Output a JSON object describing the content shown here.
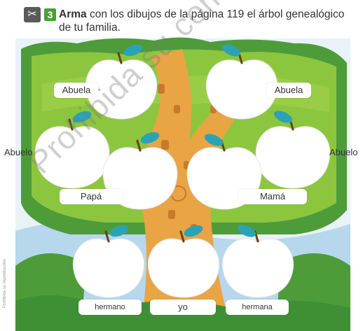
{
  "instruction": {
    "number": "3",
    "bold": "Arma",
    "text": " con los dibujos de la página 119 el árbol genealógico de tu familia."
  },
  "labels": {
    "abuela_left": "Abuela",
    "abuela_right": "Abuela",
    "abuelo_left": "Abuelo",
    "abuelo_right": "Abuelo",
    "papa": "Papá",
    "mama": "Mamá",
    "hermano": "hermano",
    "yo": "yo",
    "hermana": "hermana"
  },
  "watermark": "Prohibida su comercialización",
  "side_note": "Prohibida su reproducción",
  "colors": {
    "sky": "#e9f3f8",
    "foliage_dark": "#3f8f34",
    "foliage_light": "#8cc63f",
    "trunk": "#e9a444",
    "trunk_spots": "#c77b2a",
    "leaf_teal": "#2ca3b4",
    "step_green": "#4aa038"
  }
}
